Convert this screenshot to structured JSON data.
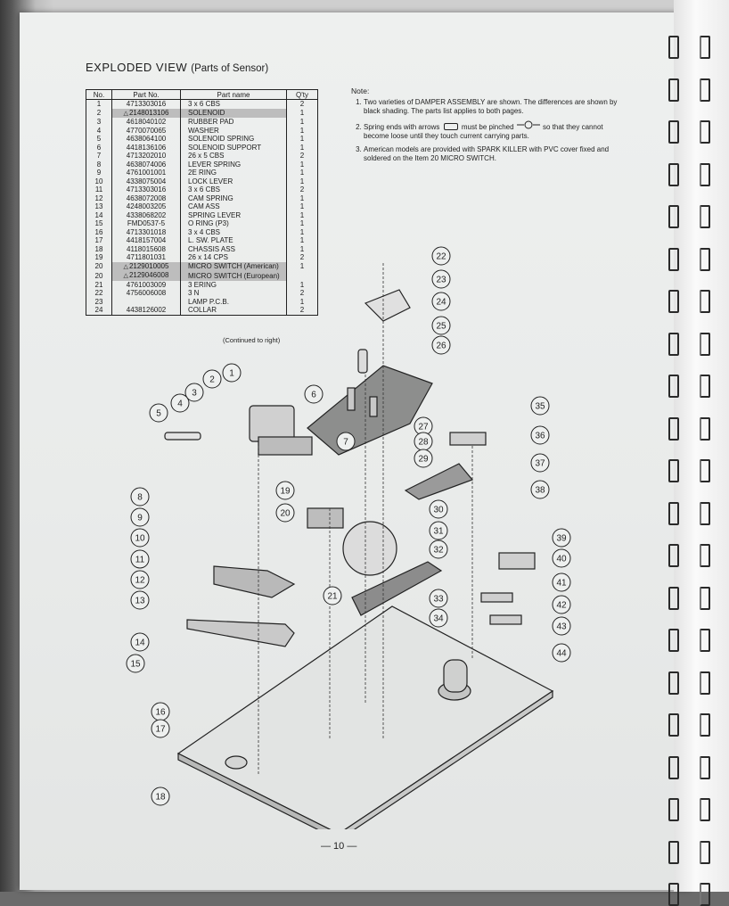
{
  "title": {
    "main": "EXPLODED VIEW",
    "sub": "(Parts of Sensor)"
  },
  "table": {
    "headers": [
      "No.",
      "Part No.",
      "Part name",
      "Q'ty"
    ],
    "rows": [
      {
        "no": "1",
        "pn": "4713303016",
        "name": "3 x 6 CBS",
        "qty": "2",
        "hl": false,
        "warn": false
      },
      {
        "no": "2",
        "pn": "2148013106",
        "name": "SOLENOID",
        "qty": "1",
        "hl": true,
        "warn": true
      },
      {
        "no": "3",
        "pn": "4618040102",
        "name": "RUBBER PAD",
        "qty": "1",
        "hl": false,
        "warn": false
      },
      {
        "no": "4",
        "pn": "4770070065",
        "name": "WASHER",
        "qty": "1",
        "hl": false,
        "warn": false
      },
      {
        "no": "5",
        "pn": "4638064100",
        "name": "SOLENOID SPRING",
        "qty": "1",
        "hl": false,
        "warn": false
      },
      {
        "no": "6",
        "pn": "4418136106",
        "name": "SOLENOID SUPPORT",
        "qty": "1",
        "hl": false,
        "warn": false
      },
      {
        "no": "7",
        "pn": "4713202010",
        "name": "26 x 5  CBS",
        "qty": "2",
        "hl": false,
        "warn": false
      },
      {
        "no": "8",
        "pn": "4638074006",
        "name": "LEVER SPRING",
        "qty": "1",
        "hl": false,
        "warn": false
      },
      {
        "no": "9",
        "pn": "4761001001",
        "name": "2E RING",
        "qty": "1",
        "hl": false,
        "warn": false
      },
      {
        "no": "10",
        "pn": "4338075004",
        "name": "LOCK LEVER",
        "qty": "1",
        "hl": false,
        "warn": false
      },
      {
        "no": "11",
        "pn": "4713303016",
        "name": "3 x 6  CBS",
        "qty": "2",
        "hl": false,
        "warn": false
      },
      {
        "no": "12",
        "pn": "4638072008",
        "name": "CAM SPRING",
        "qty": "1",
        "hl": false,
        "warn": false
      },
      {
        "no": "13",
        "pn": "4248003205",
        "name": "CAM ASS",
        "qty": "1",
        "hl": false,
        "warn": false
      },
      {
        "no": "14",
        "pn": "4338068202",
        "name": "SPRING LEVER",
        "qty": "1",
        "hl": false,
        "warn": false
      },
      {
        "no": "15",
        "pn": "FMD0537-5",
        "name": "O RING (P3)",
        "qty": "1",
        "hl": false,
        "warn": false
      },
      {
        "no": "16",
        "pn": "4713301018",
        "name": "3 x 4 CBS",
        "qty": "1",
        "hl": false,
        "warn": false
      },
      {
        "no": "17",
        "pn": "4418157004",
        "name": "L. SW. PLATE",
        "qty": "1",
        "hl": false,
        "warn": false
      },
      {
        "no": "18",
        "pn": "4118015608",
        "name": "CHASSIS ASS",
        "qty": "1",
        "hl": false,
        "warn": false
      },
      {
        "no": "19",
        "pn": "4711801031",
        "name": "26 x 14 CPS",
        "qty": "2",
        "hl": false,
        "warn": false
      },
      {
        "no": "20",
        "pn": "2129010005",
        "name": "MICRO SWITCH (American)",
        "qty": "1",
        "hl": true,
        "warn": true
      },
      {
        "no": "20",
        "pn": "2129046008",
        "name": "MICRO SWITCH (European)",
        "qty": "",
        "hl": true,
        "warn": true
      },
      {
        "no": "21",
        "pn": "4761003009",
        "name": "3 ERING",
        "qty": "1",
        "hl": false,
        "warn": false
      },
      {
        "no": "22",
        "pn": "4756006008",
        "name": "3 N",
        "qty": "2",
        "hl": false,
        "warn": false
      },
      {
        "no": "23",
        "pn": "",
        "name": "LAMP P.C.B.",
        "qty": "1",
        "hl": false,
        "warn": false
      },
      {
        "no": "24",
        "pn": "4438126002",
        "name": "COLLAR",
        "qty": "2",
        "hl": false,
        "warn": false
      }
    ],
    "continued": "(Continued to right)"
  },
  "note": {
    "heading": "Note:",
    "items": [
      "Two varieties of DAMPER ASSEMBLY are shown.  The differences are shown by black shading.  The parts list applies to both pages.",
      "Spring ends with arrows",
      "American models are provided with SPARK KILLER with PVC cover fixed and soldered on the Item 20 MICRO SWITCH."
    ],
    "item2_mid": "must be pinched",
    "item2_end": "so that they cannot become loose until they touch current carrying parts."
  },
  "callouts": [
    "1",
    "2",
    "3",
    "4",
    "5",
    "6",
    "7",
    "8",
    "9",
    "10",
    "11",
    "12",
    "13",
    "14",
    "15",
    "16",
    "17",
    "18",
    "19",
    "20",
    "21",
    "22",
    "23",
    "24",
    "25",
    "26",
    "27",
    "28",
    "29",
    "30",
    "31",
    "32",
    "33",
    "34",
    "35",
    "36",
    "37",
    "38",
    "39",
    "40",
    "41",
    "42",
    "43",
    "44"
  ],
  "page_number": "— 10 —",
  "colors": {
    "paper": "#eceeed",
    "ink": "#1e1e1e",
    "highlight": "#bdbdbd"
  }
}
